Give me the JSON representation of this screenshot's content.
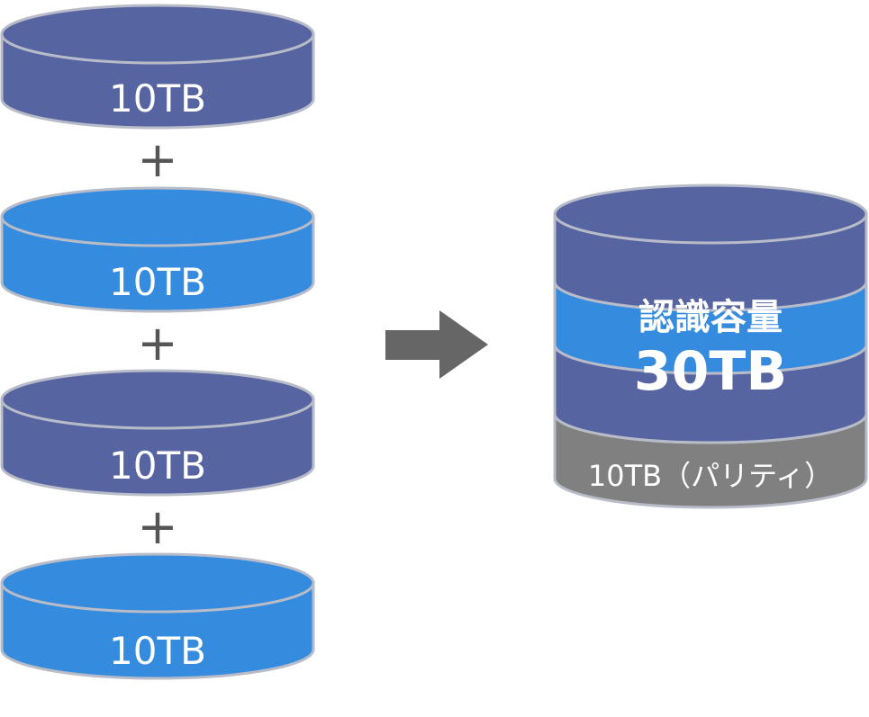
{
  "disks": [
    {
      "label": "10TB",
      "color": "#5764a2"
    },
    {
      "label": "10TB",
      "color": "#358bdd"
    },
    {
      "label": "10TB",
      "color": "#5764a2"
    },
    {
      "label": "10TB",
      "color": "#358bdd"
    }
  ],
  "operator": "+",
  "result": {
    "capacity_title": "認識容量",
    "capacity_value": "30TB",
    "parity_label": "10TB（パリティ）",
    "colors": {
      "dark": "#5764a2",
      "light": "#358bdd",
      "parity": "#808080"
    }
  },
  "arrow_color": "#666666",
  "outline_color": "#b8bcc8"
}
